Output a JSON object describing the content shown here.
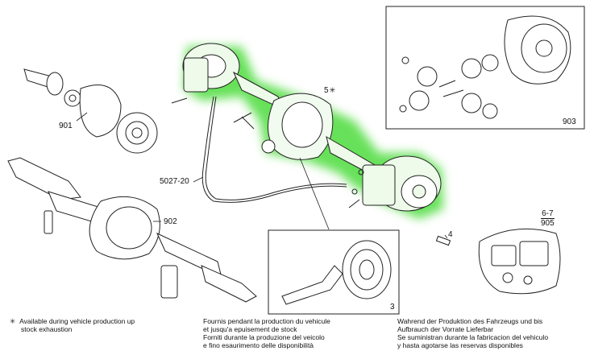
{
  "callouts": {
    "c901": "901",
    "c902": "902",
    "c903": "903",
    "c905_top": "6-7",
    "c905_bottom": "905",
    "c5": "5",
    "c5_mark": "✳",
    "c5027": "5027-20",
    "c3": "3",
    "c4": "4"
  },
  "notes": {
    "symbol": "✳",
    "en": [
      "Available during vehicle production up",
      "stock exhaustion"
    ],
    "fr_it": [
      "Fournis pendant la production du vehicule",
      "et jusqu'a epuisement de stock",
      "Forniti durante la produzione del veicolo",
      "e fino esaurimento delle disponibilità"
    ],
    "de_es": [
      "Wahrend der Produktion des Fahrzeugs und bis",
      "Aufbrauch der Vorrate Lieferbar",
      "Se suministran durante la fabricacion del vehiculo",
      "y hasta agotarse las reservas disponibles"
    ]
  },
  "colors": {
    "highlight": "#4ddc3c",
    "line": "#222222"
  },
  "icons": {
    "asterisk": "asterisk-icon"
  }
}
